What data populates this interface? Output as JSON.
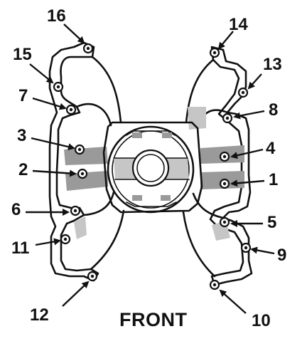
{
  "diagram": {
    "front_label": "FRONT",
    "callouts": [
      "16",
      "14",
      "15",
      "13",
      "7",
      "8",
      "3",
      "4",
      "2",
      "1",
      "6",
      "5",
      "11",
      "9",
      "12",
      "10"
    ]
  }
}
